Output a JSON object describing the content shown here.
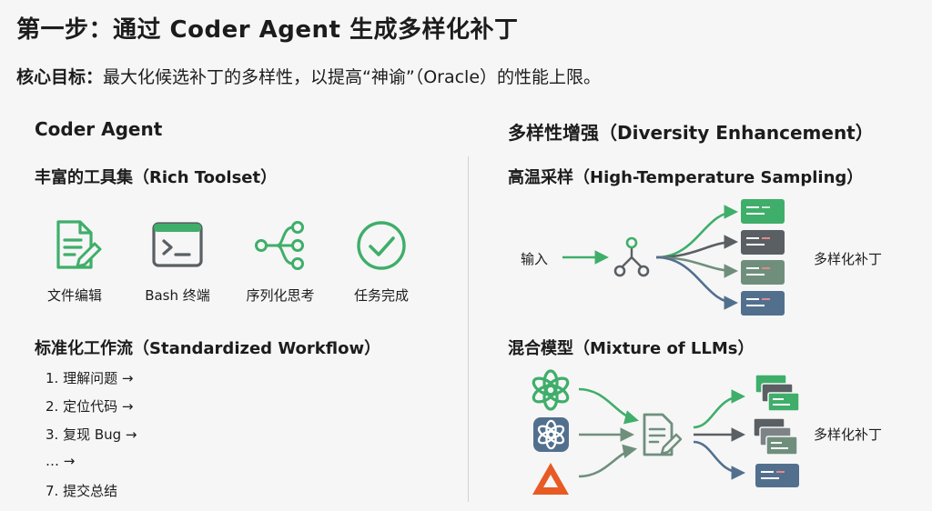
{
  "title": "第一步：通过 Coder Agent 生成多样化补丁",
  "core_goal": {
    "label": "核心目标：",
    "text": "最大化候选补丁的多样性，以提高“神谕”（Oracle）的性能上限。"
  },
  "left": {
    "heading": "Coder Agent",
    "toolset_heading": "丰富的工具集（Rich Toolset）",
    "tools": [
      {
        "label": "文件编辑",
        "icon": "file-edit-icon"
      },
      {
        "label": "Bash 终端",
        "icon": "terminal-icon"
      },
      {
        "label": "序列化思考",
        "icon": "branching-thought-icon"
      },
      {
        "label": "任务完成",
        "icon": "check-circle-icon"
      }
    ],
    "workflow_heading": "标准化工作流（Standardized Workflow）",
    "workflow_steps": [
      "1. 理解问题 →",
      "2. 定位代码 →",
      "3. 复现 Bug →",
      "… →",
      "7. 提交总结"
    ]
  },
  "right": {
    "heading": "多样性增强（Diversity Enhancement）",
    "sampling": {
      "heading": "高温采样（High-Temperature Sampling）",
      "input_label": "输入",
      "output_label": "多样化补丁"
    },
    "mixture": {
      "heading": "混合模型（Mixture of LLMs）",
      "models": [
        "chatgpt-icon",
        "openai-logo-icon",
        "claude-triangle-icon"
      ],
      "output_label": "多样化补丁"
    }
  },
  "colors": {
    "green": "#3fae6a",
    "dark_gray": "#5a5f63",
    "gray": "#7d8386",
    "slate_blue": "#52708e",
    "orange": "#e85a24",
    "arrow_gray": "#707678"
  }
}
